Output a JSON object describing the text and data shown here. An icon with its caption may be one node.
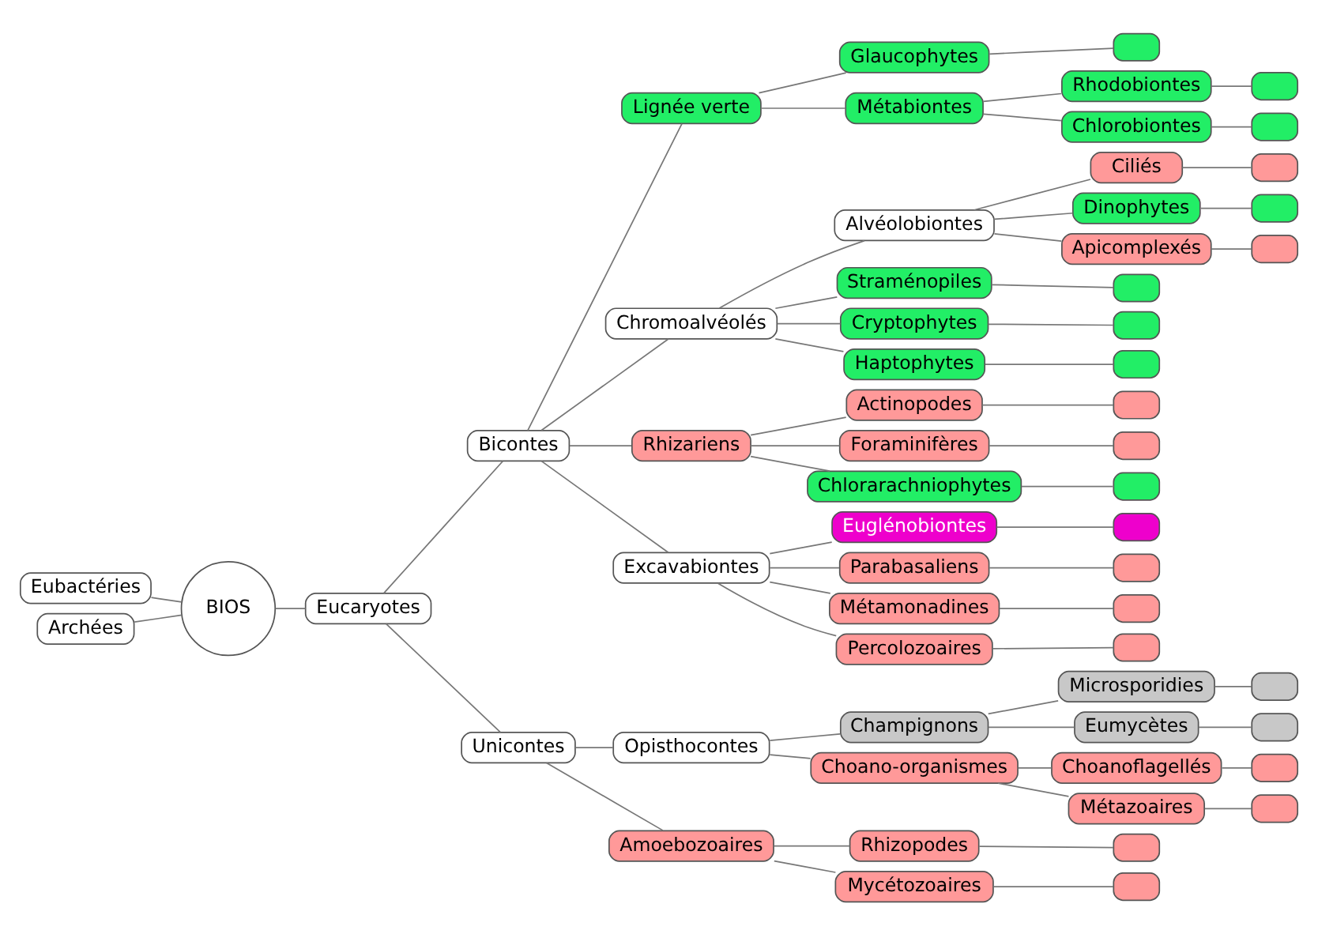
{
  "diagram": {
    "nodes": [
      {
        "text": [
          "BIOS"
        ]
      },
      {
        "text": [
          "Eubactéries"
        ]
      },
      {
        "text": [
          "Archées"
        ]
      },
      {
        "text": [
          "Eucaryotes"
        ]
      },
      {
        "text": [
          "Bicontes"
        ]
      },
      {
        "text": [
          "Lignée verte"
        ]
      },
      {
        "text": [
          "Glaucophytes"
        ]
      },
      {
        "text": [],
        "shape": "box"
      },
      {
        "text": [
          "Métabiontes"
        ]
      },
      {
        "text": [
          "Rhodobiontes"
        ]
      },
      {
        "text": [],
        "shape": "box"
      },
      {
        "text": [
          "Chlorobiontes"
        ]
      },
      {
        "text": [],
        "shape": "box"
      },
      {
        "text": [
          "Chromoalvéolés"
        ]
      },
      {
        "text": [
          "Alvéolobiontes"
        ]
      },
      {
        "text": [
          "Ciliés"
        ]
      },
      {
        "text": [],
        "shape": "box"
      },
      {
        "text": [
          "Dinophytes"
        ]
      },
      {
        "text": [],
        "shape": "box"
      },
      {
        "text": [
          "Apicomplexés"
        ]
      },
      {
        "text": [],
        "shape": "box"
      },
      {
        "text": [
          "Straménopiles"
        ]
      },
      {
        "text": [],
        "shape": "box"
      },
      {
        "text": [
          "Cryptophytes"
        ]
      },
      {
        "text": [],
        "shape": "box"
      },
      {
        "text": [
          "Haptophytes"
        ]
      },
      {
        "text": [],
        "shape": "box"
      },
      {
        "text": [
          "Rhizariens"
        ]
      },
      {
        "text": [
          "Actinopodes"
        ]
      },
      {
        "text": [],
        "shape": "box"
      },
      {
        "text": [
          "Foraminifères"
        ]
      },
      {
        "text": [],
        "shape": "box"
      },
      {
        "text": [
          "Chlorarachniophytes"
        ]
      },
      {
        "text": [],
        "shape": "box"
      },
      {
        "text": [
          "Excavabiontes"
        ]
      },
      {
        "text": [
          "Euglénobiontes"
        ]
      },
      {
        "text": [],
        "shape": "box"
      },
      {
        "text": [
          "Parabasaliens"
        ]
      },
      {
        "text": [],
        "shape": "box"
      },
      {
        "text": [
          "Métamonadines"
        ]
      },
      {
        "text": [],
        "shape": "box"
      },
      {
        "text": [
          "Percolozoaires"
        ]
      },
      {
        "text": [],
        "shape": "box"
      },
      {
        "text": [
          "Unicontes"
        ]
      },
      {
        "text": [
          "Opisthocontes"
        ]
      },
      {
        "text": [
          "Champignons"
        ]
      },
      {
        "text": [
          "Microsporidies"
        ]
      },
      {
        "text": [],
        "shape": "box"
      },
      {
        "text": [
          "Eumycètes"
        ]
      },
      {
        "text": [],
        "shape": "box"
      },
      {
        "text": [
          "Choano-organismes"
        ]
      },
      {
        "text": [
          "Choanoflagellés"
        ]
      },
      {
        "text": [],
        "shape": "box"
      },
      {
        "text": [
          "Métazoaires"
        ]
      },
      {
        "text": [],
        "shape": "box"
      },
      {
        "text": [
          "Amoebozoaires"
        ]
      },
      {
        "text": [
          "Rhizopodes"
        ]
      },
      {
        "text": [],
        "shape": "box"
      },
      {
        "text": [
          "Mycétozoaires"
        ]
      },
      {
        "text": [],
        "shape": "box"
      }
    ],
    "edges": [
      {
        "from": 1,
        "to": 0,
        "arrow": "none"
      },
      {
        "from": 2,
        "to": 0,
        "arrow": "none"
      },
      {
        "from": 0,
        "to": 3,
        "arrow": "none"
      },
      {
        "from": 3,
        "to": 4,
        "arrow": "none"
      },
      {
        "from": 4,
        "to": 5,
        "arrow": "none"
      },
      {
        "from": 5,
        "to": 6,
        "arrow": "none"
      },
      {
        "from": 6,
        "to": 7,
        "arrow": "none"
      },
      {
        "from": 5,
        "to": 8,
        "arrow": "none"
      },
      {
        "from": 8,
        "to": 9,
        "arrow": "none"
      },
      {
        "from": 9,
        "to": 10,
        "arrow": "none"
      },
      {
        "from": 8,
        "to": 11,
        "arrow": "none"
      },
      {
        "from": 11,
        "to": 12,
        "arrow": "none"
      },
      {
        "from": 4,
        "to": 13,
        "arrow": "none"
      },
      {
        "from": 13,
        "to": 14,
        "arrow": "none"
      },
      {
        "from": 14,
        "to": 15,
        "arrow": "none"
      },
      {
        "from": 15,
        "to": 16,
        "arrow": "none"
      },
      {
        "from": 14,
        "to": 17,
        "arrow": "none"
      },
      {
        "from": 17,
        "to": 18,
        "arrow": "none"
      },
      {
        "from": 14,
        "to": 19,
        "arrow": "none"
      },
      {
        "from": 19,
        "to": 20,
        "arrow": "none"
      },
      {
        "from": 13,
        "to": 21,
        "arrow": "none"
      },
      {
        "from": 21,
        "to": 22,
        "arrow": "none"
      },
      {
        "from": 13,
        "to": 23,
        "arrow": "none"
      },
      {
        "from": 23,
        "to": 24,
        "arrow": "none"
      },
      {
        "from": 13,
        "to": 25,
        "arrow": "none"
      },
      {
        "from": 25,
        "to": 26,
        "arrow": "none"
      },
      {
        "from": 4,
        "to": 27,
        "arrow": "none"
      },
      {
        "from": 27,
        "to": 28,
        "arrow": "none"
      },
      {
        "from": 28,
        "to": 29,
        "arrow": "none"
      },
      {
        "from": 27,
        "to": 30,
        "arrow": "none"
      },
      {
        "from": 30,
        "to": 31,
        "arrow": "none"
      },
      {
        "from": 27,
        "to": 32,
        "arrow": "none"
      },
      {
        "from": 32,
        "to": 33,
        "arrow": "none"
      },
      {
        "from": 4,
        "to": 34,
        "arrow": "none"
      },
      {
        "from": 34,
        "to": 35,
        "arrow": "none"
      },
      {
        "from": 35,
        "to": 36,
        "arrow": "none"
      },
      {
        "from": 34,
        "to": 37,
        "arrow": "none"
      },
      {
        "from": 37,
        "to": 38,
        "arrow": "none"
      },
      {
        "from": 34,
        "to": 39,
        "arrow": "none"
      },
      {
        "from": 39,
        "to": 40,
        "arrow": "none"
      },
      {
        "from": 34,
        "to": 41,
        "arrow": "none"
      },
      {
        "from": 41,
        "to": 42,
        "arrow": "none"
      },
      {
        "from": 3,
        "to": 43,
        "arrow": "none"
      },
      {
        "from": 43,
        "to": 44,
        "arrow": "none"
      },
      {
        "from": 44,
        "to": 45,
        "arrow": "none"
      },
      {
        "from": 45,
        "to": 46,
        "arrow": "none"
      },
      {
        "from": 46,
        "to": 47,
        "arrow": "none"
      },
      {
        "from": 45,
        "to": 48,
        "arrow": "none"
      },
      {
        "from": 48,
        "to": 49,
        "arrow": "none"
      },
      {
        "from": 44,
        "to": 50,
        "arrow": "none"
      },
      {
        "from": 50,
        "to": 51,
        "arrow": "none"
      },
      {
        "from": 51,
        "to": 52,
        "arrow": "none"
      },
      {
        "from": 50,
        "to": 53,
        "arrow": "none"
      },
      {
        "from": 53,
        "to": 54,
        "arrow": "none"
      },
      {
        "from": 43,
        "to": 55,
        "arrow": "none"
      },
      {
        "from": 55,
        "to": 56,
        "arrow": "none"
      },
      {
        "from": 56,
        "to": 57,
        "arrow": "none"
      },
      {
        "from": 55,
        "to": 58,
        "arrow": "none"
      },
      {
        "from": 58,
        "to": 59,
        "arrow": "none"
      }
    ]
  }
}
